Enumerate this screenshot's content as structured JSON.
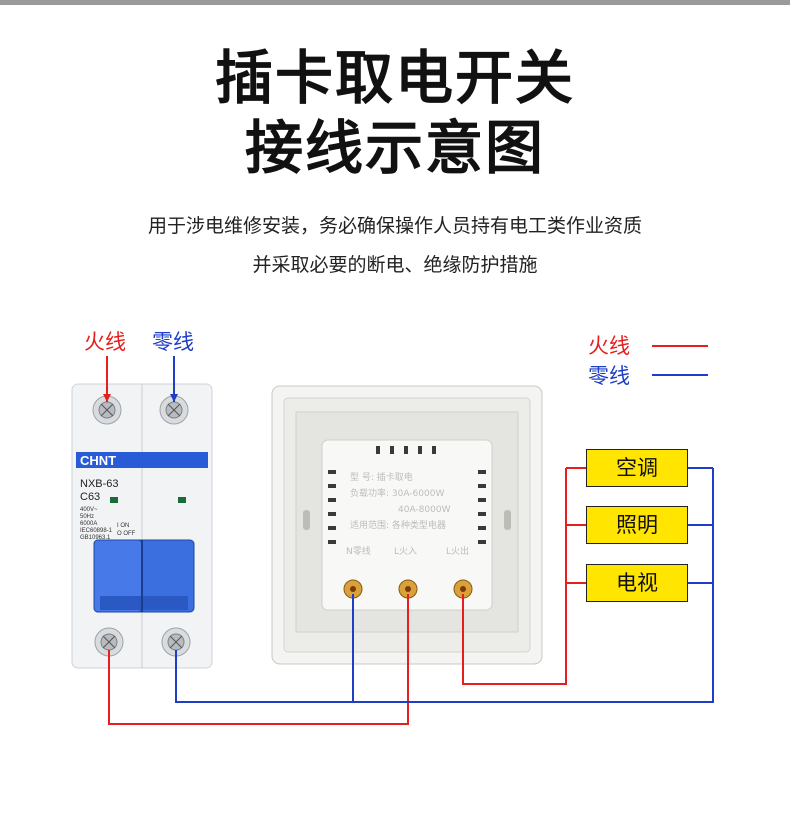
{
  "title": {
    "line1": "插卡取电开关",
    "line2": "接线示意图"
  },
  "subtitle": {
    "line1": "用于涉电维修安装，务必确保操作人员持有电工类作业资质",
    "line2": "并采取必要的断电、绝缘防护措施"
  },
  "breaker": {
    "brand": "CHNT",
    "model": "NXB-63",
    "rating": "C63",
    "specs": [
      "400V~",
      "50Hz",
      "6000A",
      "IEC60898-1",
      "GB10963.1"
    ],
    "on_off": [
      "I ON",
      "O OFF"
    ],
    "live_label": "火线",
    "neutral_label": "零线"
  },
  "switch_module": {
    "rows": [
      "型    号: 插卡取电",
      "负载功率: 30A-6000W",
      "40A-8000W",
      "适用范围: 各种类型电器"
    ],
    "terminals": [
      "N零线",
      "L火入",
      "L火出"
    ]
  },
  "legend": {
    "live": "火线",
    "neutral": "零线"
  },
  "loads": [
    "空调",
    "照明",
    "电视"
  ],
  "colors": {
    "live": "#e61e1e",
    "neutral": "#1e3ec8",
    "load_fill": "#ffe500",
    "breaker_blue": "#2a5bd7"
  }
}
